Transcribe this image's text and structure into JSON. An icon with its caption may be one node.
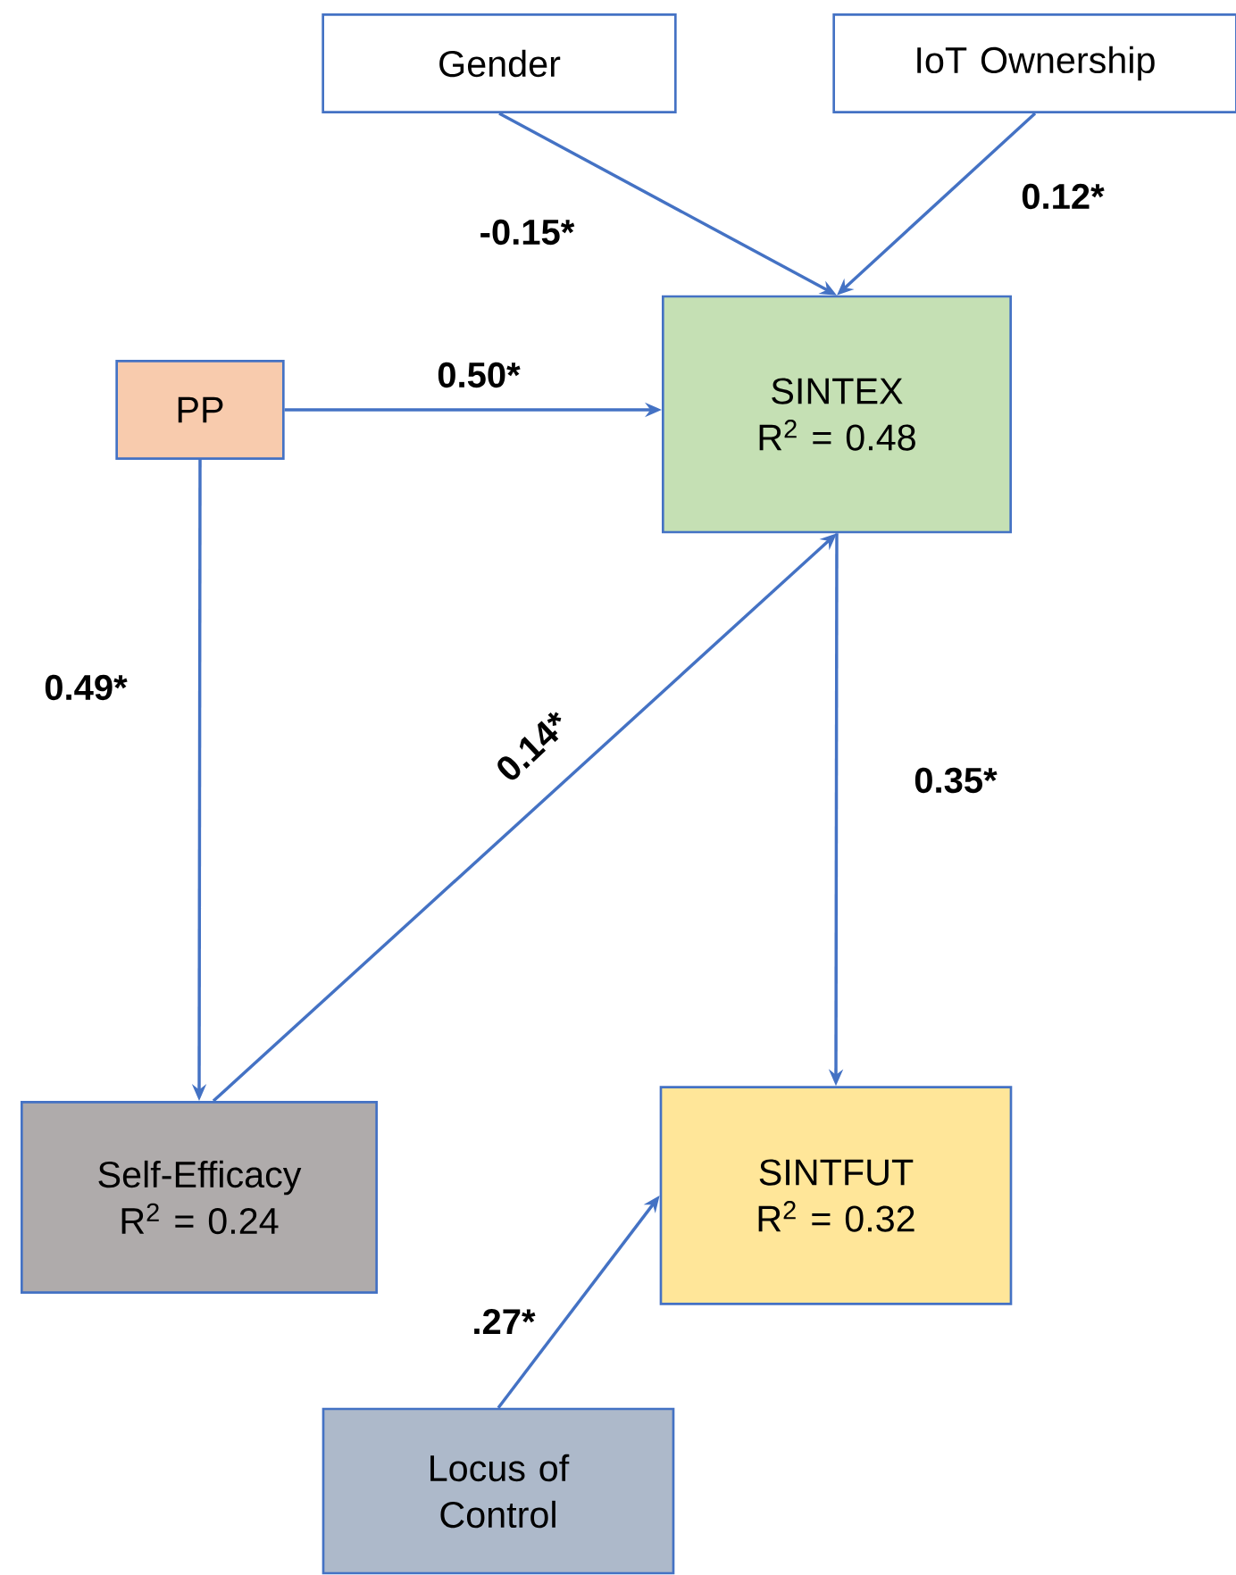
{
  "diagram": {
    "nodes": [
      {
        "text": [
          "Gender"
        ]
      },
      {
        "text": [
          "IoT Ownership"
        ]
      },
      {
        "text": [
          "PP"
        ]
      },
      {
        "text": [
          "SINTEX",
          "R$^{2}$ = 0.48"
        ]
      },
      {
        "text": [
          "Self-Efficacy",
          "R$^{2}$ = 0.24"
        ]
      },
      {
        "text": [
          "SINTFUT",
          "R$^{2}$ = 0.32"
        ]
      },
      {
        "text": [
          "Locus of Control"
        ]
      }
    ],
    "edges": [
      {
        "from": 0,
        "to": 3,
        "arrow": "to",
        "label": "-0.15*"
      },
      {
        "from": 1,
        "to": 3,
        "arrow": "to",
        "label": "0.12*"
      },
      {
        "from": 2,
        "to": 3,
        "arrow": "to",
        "label": "0.50*"
      },
      {
        "from": 2,
        "to": 4,
        "arrow": "to",
        "label": "0.49*"
      },
      {
        "from": 4,
        "to": 3,
        "arrow": "to",
        "label": "0.14*"
      },
      {
        "from": 3,
        "to": 5,
        "arrow": "to",
        "label": "0.35*"
      },
      {
        "from": 6,
        "to": 5,
        "arrow": "to",
        "label": ".27*"
      }
    ]
  }
}
